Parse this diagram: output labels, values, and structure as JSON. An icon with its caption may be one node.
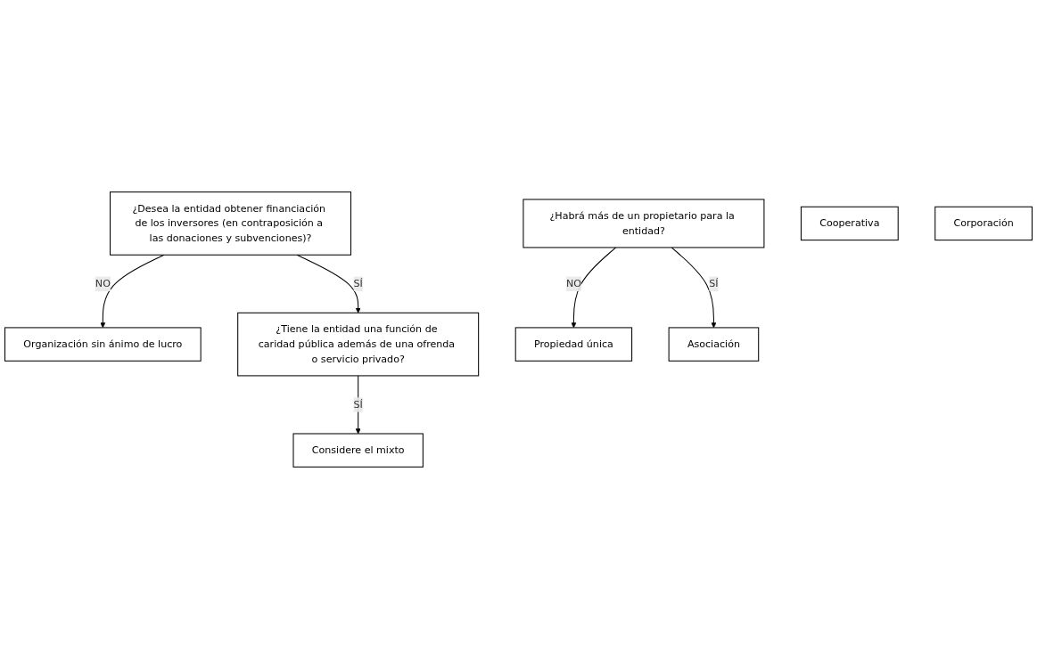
{
  "diagram": {
    "nodes": [
      {
        "text": [
          "¿Desea la entidad obtener financiación de los inversores (en contraposición a las donaciones y subvenciones)?"
        ]
      },
      {
        "text": [
          "Organización sin ánimo de lucro"
        ]
      },
      {
        "text": [
          "¿Tiene la entidad una función de caridad pública además de una ofrenda o servicio privado?"
        ]
      },
      {
        "text": [
          "Considere el mixto"
        ]
      },
      {
        "text": [
          "¿Habrá más de un propietario para la entidad?"
        ]
      },
      {
        "text": [
          "Cooperativa"
        ]
      },
      {
        "text": [
          "Propiedad única"
        ]
      },
      {
        "text": [
          "Asociación"
        ]
      },
      {
        "text": [
          "Corporación"
        ]
      }
    ],
    "edges": [
      {
        "from": 0,
        "to": 1,
        "arrow": "to",
        "label": "NO"
      },
      {
        "from": 0,
        "to": 2,
        "arrow": "to",
        "label": "SÍ"
      },
      {
        "from": 2,
        "to": 3,
        "arrow": "to",
        "label": "SÍ"
      },
      {
        "from": 4,
        "to": 6,
        "arrow": "to",
        "label": "NO"
      },
      {
        "from": 4,
        "to": 7,
        "arrow": "to",
        "label": "SÍ"
      }
    ]
  }
}
